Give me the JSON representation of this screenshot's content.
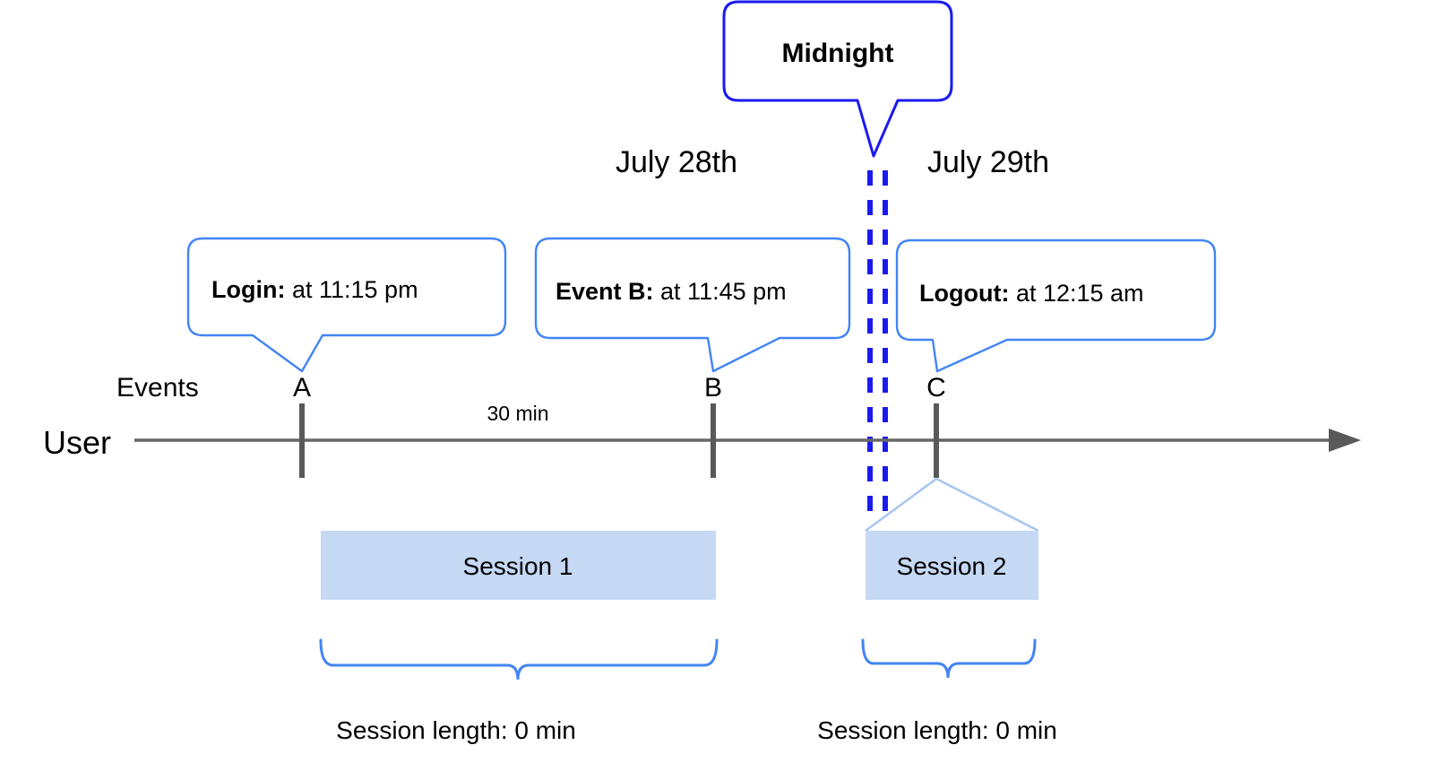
{
  "diagram": {
    "title_callout": {
      "label": "Midnight"
    },
    "dates": [
      {
        "label": "July 28th"
      },
      {
        "label": "July 29th"
      }
    ],
    "event_callouts": [
      {
        "bold": "Login:",
        "rest": " at 11:15 pm"
      },
      {
        "bold": "Event B:",
        "rest": " at 11:45 pm"
      },
      {
        "bold": "Logout:",
        "rest": " at 12:15 am"
      }
    ],
    "axis": {
      "row_label": "Events",
      "lane_label": "User",
      "markers": [
        {
          "label": "A"
        },
        {
          "label": "B"
        },
        {
          "label": "C"
        }
      ],
      "duration_label": "30 min"
    },
    "sessions": [
      {
        "label": "Session 1",
        "length_label": "Session length: 0 min"
      },
      {
        "label": "Session 2",
        "length_label": "Session length: 0 min"
      }
    ],
    "colors": {
      "midnight_blue": "#1a1aee",
      "callout_blue": "#4285f4",
      "session_fill": "#c5d9f5",
      "axis_gray": "#666666",
      "marker_gray": "#595959",
      "text_black": "#000000"
    }
  }
}
